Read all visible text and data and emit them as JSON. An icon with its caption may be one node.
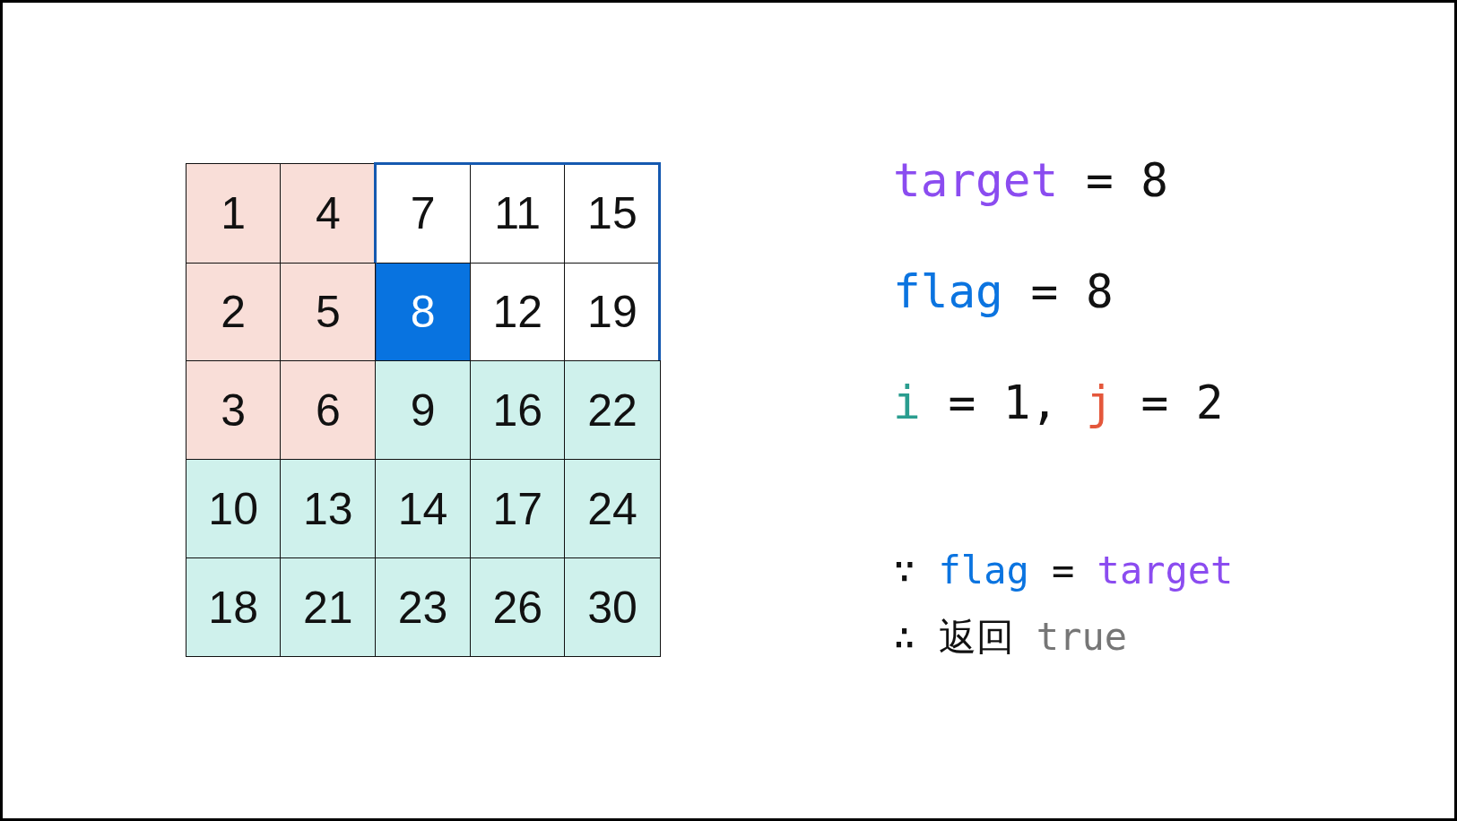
{
  "diagram": {
    "nodes": [
      {
        "text": [
          "1"
        ]
      },
      {
        "text": [
          "4"
        ]
      },
      {
        "text": [],
        "shape": "box"
      },
      {
        "text": [
          "7"
        ],
        "in": 2
      },
      {
        "text": [
          "11"
        ],
        "in": 2
      },
      {
        "text": [
          "15"
        ],
        "in": 2
      },
      {
        "text": [
          "2"
        ]
      },
      {
        "text": [
          "5"
        ]
      },
      {
        "text": [
          "8"
        ],
        "in": 2
      },
      {
        "text": [
          "12"
        ],
        "in": 2
      },
      {
        "text": [
          "19"
        ],
        "in": 2
      },
      {
        "text": [
          "3"
        ]
      },
      {
        "text": [
          "6"
        ]
      },
      {
        "text": [
          "9"
        ]
      },
      {
        "text": [
          "16"
        ]
      },
      {
        "text": [
          "22"
        ]
      },
      {
        "text": [
          "10"
        ]
      },
      {
        "text": [
          "13"
        ]
      },
      {
        "text": [
          "14"
        ]
      },
      {
        "text": [
          "17"
        ]
      },
      {
        "text": [
          "24"
        ]
      },
      {
        "text": [
          "18"
        ]
      },
      {
        "text": [
          "21"
        ]
      },
      {
        "text": [
          "23"
        ]
      },
      {
        "text": [
          "26"
        ]
      },
      {
        "text": [
          "30"
        ]
      }
    ],
    "labels": [
      "target = 8",
      "flag = 8",
      "i = 1, j = 2",
      "∵ flag = target",
      "∴ 返回 true"
    ]
  }
}
